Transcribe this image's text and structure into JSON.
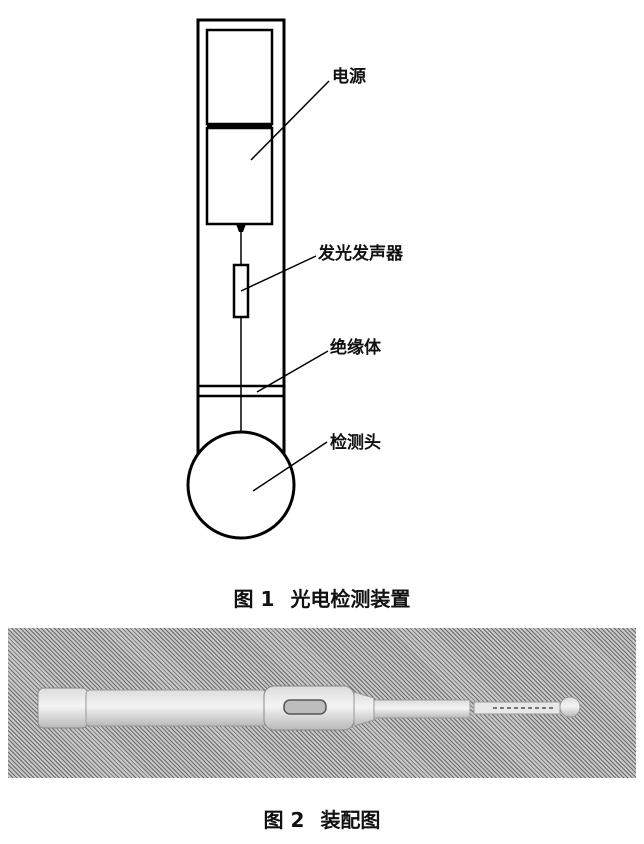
{
  "figure1": {
    "labels": {
      "power": "电源",
      "light_emitter": "发光发声器",
      "insulator": "绝缘体",
      "probe_head": "检测头"
    },
    "caption_number": "图 1",
    "caption_text": "光电检测装置"
  },
  "figure2": {
    "caption_number": "图 2",
    "caption_text": "装配图"
  }
}
